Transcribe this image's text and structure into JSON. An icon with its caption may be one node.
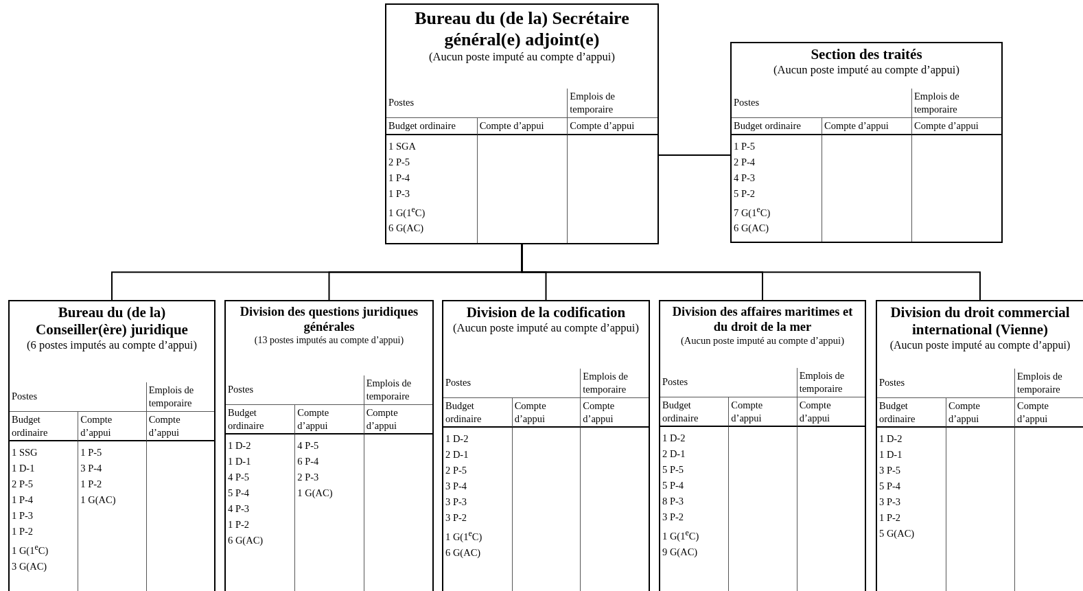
{
  "diagram": {
    "nodes": [
      {
        "text": [
          "Bureau du (de la) Secrétaire général(e) adjoint(e)",
          "(Aucun poste imputé au compte d’appui)",
          "Postes",
          "Emplois de temporaire",
          "Budget ordinaire",
          "Compte d’appui",
          "Compte d’appui",
          "1 SGA",
          "2 P-5",
          "1 P-4",
          "1 P-3",
          "1 G(1$^{e}$C)",
          "6 G(AC)"
        ]
      },
      {
        "text": [
          "Section des traités",
          "(Aucun poste imputé au compte d’appui)",
          "Postes",
          "Emplois de temporaire",
          "Budget ordinaire",
          "Compte d’appui",
          "Compte d’appui",
          "1 P-5",
          "2 P-4",
          "4 P-3",
          "5 P-2",
          "7 G(1$^{e}$C)",
          "6 G(AC)"
        ]
      },
      {
        "text": [
          "Bureau du (de la) Conseiller(ère) juridique",
          "(6 postes imputés au compte d’appui)",
          "Postes",
          "Emplois de temporaire",
          "Budget ordinaire",
          "Compte d’appui",
          "Compte d’appui",
          "1 SSG",
          "1 D-1",
          "2 P-5",
          "1 P-4",
          "1 P-3",
          "1 P-2",
          "1 G(1$^{e}$C)",
          "3 G(AC)",
          "1 P-5",
          "3 P-4",
          "1 P-2",
          "1 G(AC)"
        ]
      },
      {
        "text": [
          "Division des questions juridiques générales",
          "(13 postes imputés au compte d’appui)",
          "Postes",
          "Emplois de temporaire",
          "Budget ordinaire",
          "Compte d’appui",
          "Compte d’appui",
          "1 D-2",
          "1 D-1",
          "4 P-5",
          "5 P-4",
          "4 P-3",
          "1 P-2",
          "6 G(AC)",
          "4 P-5",
          "6 P-4",
          "2 P-3",
          "1 G(AC)"
        ]
      },
      {
        "text": [
          "Division de la codification",
          "(Aucun poste imputé au compte d’appui)",
          "Postes",
          "Emplois de temporaire",
          "Budget ordinaire",
          "Compte d’appui",
          "Compte d’appui",
          "1 D-2",
          "2 D-1",
          "2 P-5",
          "3 P-4",
          "3 P-3",
          "3 P-2",
          "1 G(1$^{e}$C)",
          "6 G(AC)"
        ]
      },
      {
        "text": [
          "Division des affaires maritimes et du droit de la mer",
          "(Aucun poste imputé au compte d’appui)",
          "Postes",
          "Emplois de temporaire",
          "Budget ordinaire",
          "Compte d’appui",
          "Compte d’appui",
          "1 D-2",
          "2 D-1",
          "5 P-5",
          "5 P-4",
          "8 P-3",
          "3 P-2",
          "1 G(1$^{e}$C)",
          "9 G(AC)"
        ]
      },
      {
        "text": [
          "Division du droit commercial international (Vienne)",
          "(Aucun poste imputé au compte d’appui)",
          "Postes",
          "Emplois de temporaire",
          "Budget ordinaire",
          "Compte d’appui",
          "Compte d’appui",
          "1 D-2",
          "1 D-1",
          "3 P-5",
          "5 P-4",
          "3 P-3",
          "1 P-2",
          "5 G(AC)"
        ]
      }
    ],
    "edges": [
      {
        "from": 0,
        "to": 1,
        "arrow": "none"
      },
      {
        "from": 0,
        "to": 2,
        "arrow": "none"
      },
      {
        "from": 0,
        "to": 3,
        "arrow": "none"
      },
      {
        "from": 0,
        "to": 4,
        "arrow": "none"
      },
      {
        "from": 0,
        "to": 5,
        "arrow": "none"
      },
      {
        "from": 0,
        "to": 6,
        "arrow": "none"
      }
    ]
  }
}
